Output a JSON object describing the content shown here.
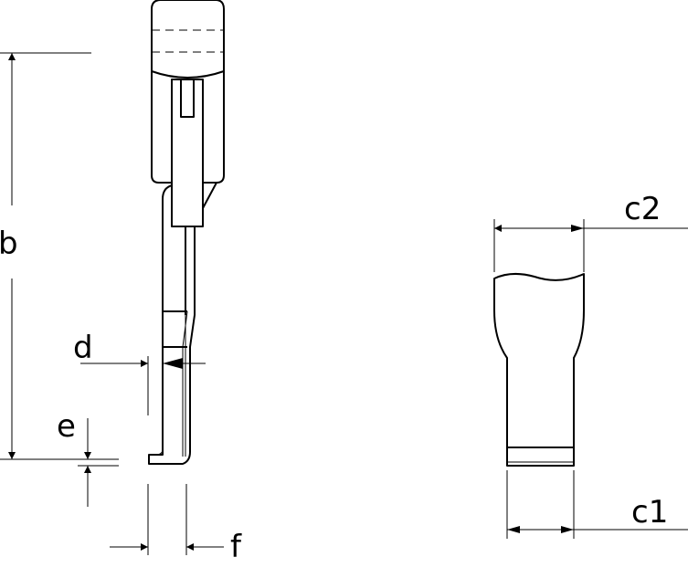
{
  "labels": {
    "b": "b",
    "d": "d",
    "e": "e",
    "f": "f",
    "c1": "c1",
    "c2": "c2"
  }
}
